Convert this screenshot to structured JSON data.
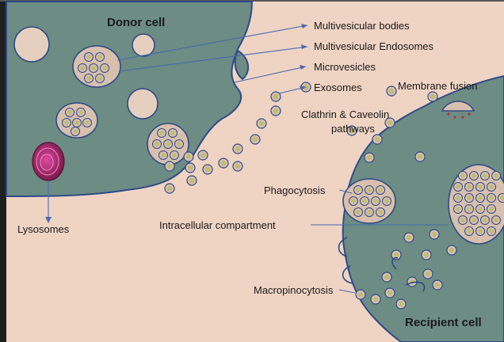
{
  "labels": {
    "donor_cell": "Donor cell",
    "recipient_cell": "Recipient cell",
    "multivesicular_bodies": "Multivesicular bodies",
    "multivesicular_endosomes": "Multivesicular  Endosomes",
    "microvesicles": "Microvesicles",
    "exosomes": "Exosomes",
    "membrane_fusion": "Membrane fusion",
    "clathrin_line1": "Clathrin & Caveolin",
    "clathrin_line2": "pathways",
    "phagocytosis": "Phagocytosis",
    "lysosomes": "Lysosomes",
    "intracellular_compartment": "Intracellular compartment",
    "macropinocytosis": "Macropinocytosis"
  },
  "colors": {
    "background": "#efd4c4",
    "cell": "#6c8c84",
    "cell_edge": "#2f4a88",
    "vesicle_fill": "#d3b9a6",
    "vesicle_core": "#c7d23a",
    "lysosome": "#a8306c"
  }
}
